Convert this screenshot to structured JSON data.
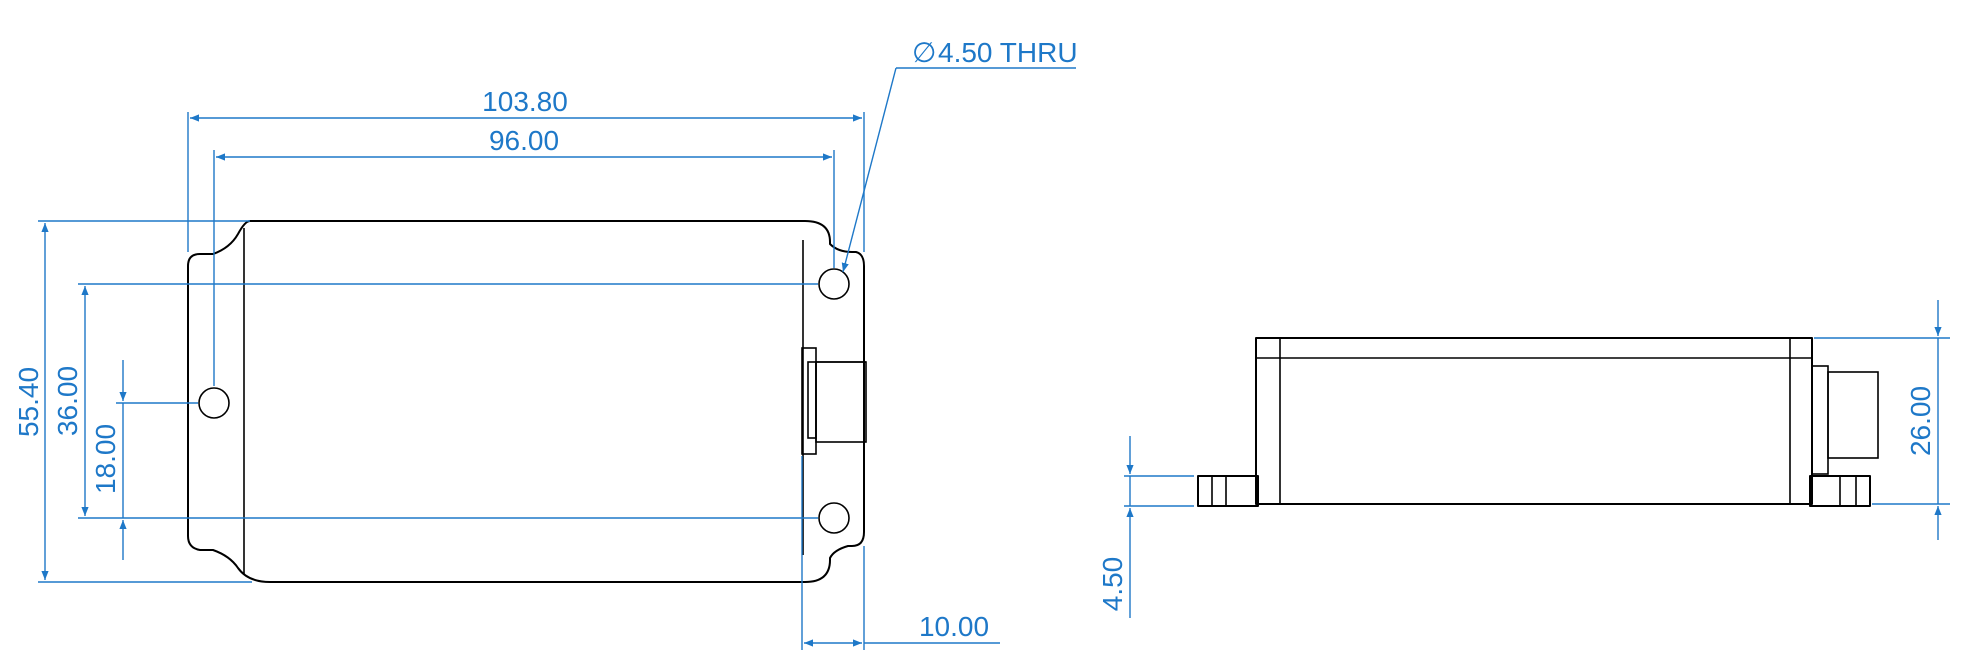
{
  "top_view": {
    "dimensions": {
      "overall_length": "103.80",
      "hole_spacing_x": "96.00",
      "overall_width": "55.40",
      "hole_spacing_y": "36.00",
      "hole_offset_y": "18.00",
      "connector_length": "10.00"
    },
    "hole_callout": {
      "diameter_symbol": "∅",
      "text": "4.50 THRU"
    }
  },
  "side_view": {
    "dimensions": {
      "height": "26.00",
      "flange_thickness": "4.50"
    }
  },
  "colors": {
    "part_lines": "#000000",
    "dimension_lines": "#1e78c8",
    "background": "#ffffff"
  }
}
